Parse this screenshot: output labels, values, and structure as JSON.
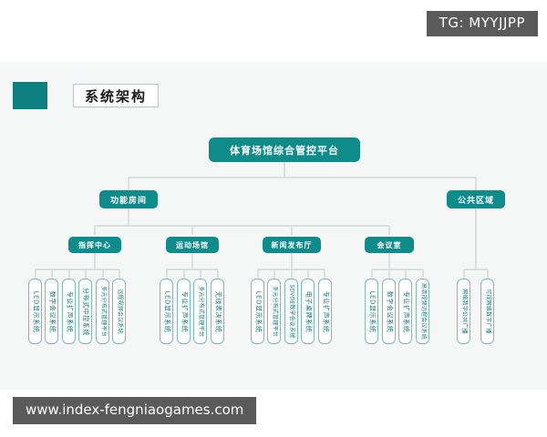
{
  "watermark_top": "TG: MYYJJPP",
  "watermark_bottom": "www.index-fengniaogames.com",
  "heading": {
    "label": "系统架构"
  },
  "colors": {
    "accent": "#0e8b8b",
    "heading_block": "#0d7f80",
    "leaf_border": "#7fb9b9",
    "leaf_text": "#14797c",
    "connector": "#c8c8c8",
    "panel_bg": "#f5f6f6",
    "watermark_bg": "#5a5a5a"
  },
  "diagram": {
    "root": "体育场馆综合管控平台",
    "level2": [
      "功能房间",
      "公共区域"
    ],
    "level3": [
      "指挥中心",
      "运动场馆",
      "新闻发布厅",
      "会议室"
    ],
    "groups": [
      {
        "parent": "指挥中心",
        "leaves": [
          "LED显示系统",
          "数字会议系统",
          "专业扩声系统",
          "分布式中控系统",
          "多元分布式管理平台",
          "远程视频会议系统"
        ]
      },
      {
        "parent": "运动场馆",
        "leaves": [
          "LED显示系统",
          "专业扩声系统",
          "多元分布式管理平台",
          "无线表决系统"
        ]
      },
      {
        "parent": "新闻发布厅",
        "leaves": [
          "LED显示系统",
          "多元分布式管理平台",
          "SDVOE数字会议系统",
          "电子桌牌系统",
          "专业扩声系统"
        ]
      },
      {
        "parent": "会议室",
        "leaves": [
          "LED显示系统",
          "数字会议系统",
          "专业扩声系统",
          "高清视频远程会议系统"
        ]
      },
      {
        "parent": "公共区域",
        "leaves": [
          "网络数字公共广播",
          "可视网络数字广播"
        ]
      }
    ]
  }
}
